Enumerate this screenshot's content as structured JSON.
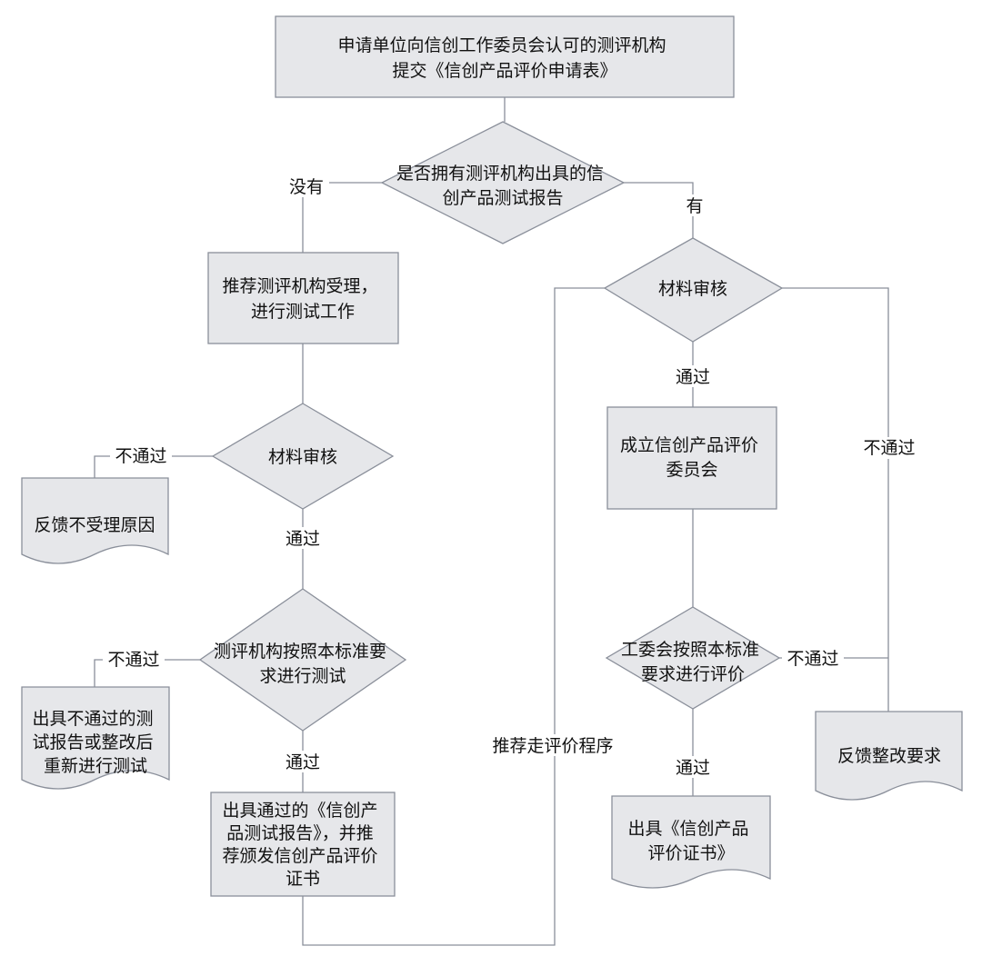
{
  "nodes": {
    "start": [
      "申请单位向信创工作委员会认可的测评机构",
      "提交《信创产品评价申请表》"
    ],
    "q_report": [
      "是否拥有测评机构出具的信",
      "创产品测试报告"
    ],
    "recommend": [
      "推荐测评机构受理，",
      "进行测试工作"
    ],
    "review_left": [
      "材料审核"
    ],
    "feedback_reject": [
      "反馈不受理原因"
    ],
    "test_decision": [
      "测评机构按照本标准要",
      "求进行测试"
    ],
    "test_fail_doc": [
      "出具不通过的测",
      "试报告或整改后",
      "重新进行测试"
    ],
    "test_pass_box": [
      "出具通过的《信创产",
      "品测试报告》，并推",
      "荐颁发信创产品评价",
      "证书"
    ],
    "review_right": [
      "材料审核"
    ],
    "committee": [
      "成立信创产品评价",
      "委员会"
    ],
    "eval_decision": [
      "工委会按照本标准",
      "要求进行评价"
    ],
    "certificate_doc": [
      "出具《信创产品",
      "评价证书》"
    ],
    "feedback_fix": [
      "反馈整改要求"
    ]
  },
  "labels": {
    "no": "没有",
    "yes": "有",
    "fail_left_review": "不通过",
    "pass_left_review": "通过",
    "fail_test": "不通过",
    "pass_test": "通过",
    "recommend_path": "推荐走评价程序",
    "pass_right_review": "通过",
    "fail_right_review": "不通过",
    "fail_eval": "不通过",
    "pass_eval": "通过"
  }
}
